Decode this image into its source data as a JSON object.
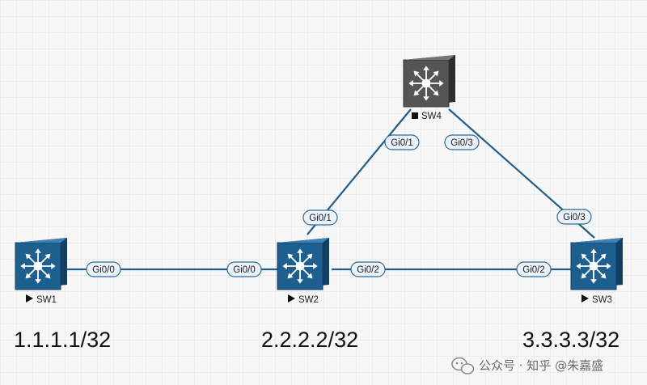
{
  "colors": {
    "link": "#1f5f8b",
    "switch_blue": "#1d5f8f",
    "switch_gray": "#4a4a4a",
    "port_fill": "#eaf3fb"
  },
  "switches": {
    "sw1": {
      "name": "SW1",
      "status": "running",
      "status_icon": "play-icon",
      "ip": "1.1.1.1/32"
    },
    "sw2": {
      "name": "SW2",
      "status": "running",
      "status_icon": "play-icon",
      "ip": "2.2.2.2/32"
    },
    "sw3": {
      "name": "SW3",
      "status": "running",
      "status_icon": "play-icon",
      "ip": "3.3.3.3/32"
    },
    "sw4": {
      "name": "SW4",
      "status": "stopped",
      "status_icon": "stop-icon"
    }
  },
  "links": {
    "sw1_sw2": {
      "a_port": "Gi0/0",
      "b_port": "Gi0/0"
    },
    "sw2_sw3": {
      "a_port": "Gi0/2",
      "b_port": "Gi0/2"
    },
    "sw2_sw4": {
      "a_port": "Gi0/1",
      "b_port": "Gi0/1"
    },
    "sw3_sw4": {
      "a_port": "Gi0/3",
      "b_port": "Gi0/3"
    }
  },
  "watermark": "公众号 · 知乎 @朱嘉盛"
}
